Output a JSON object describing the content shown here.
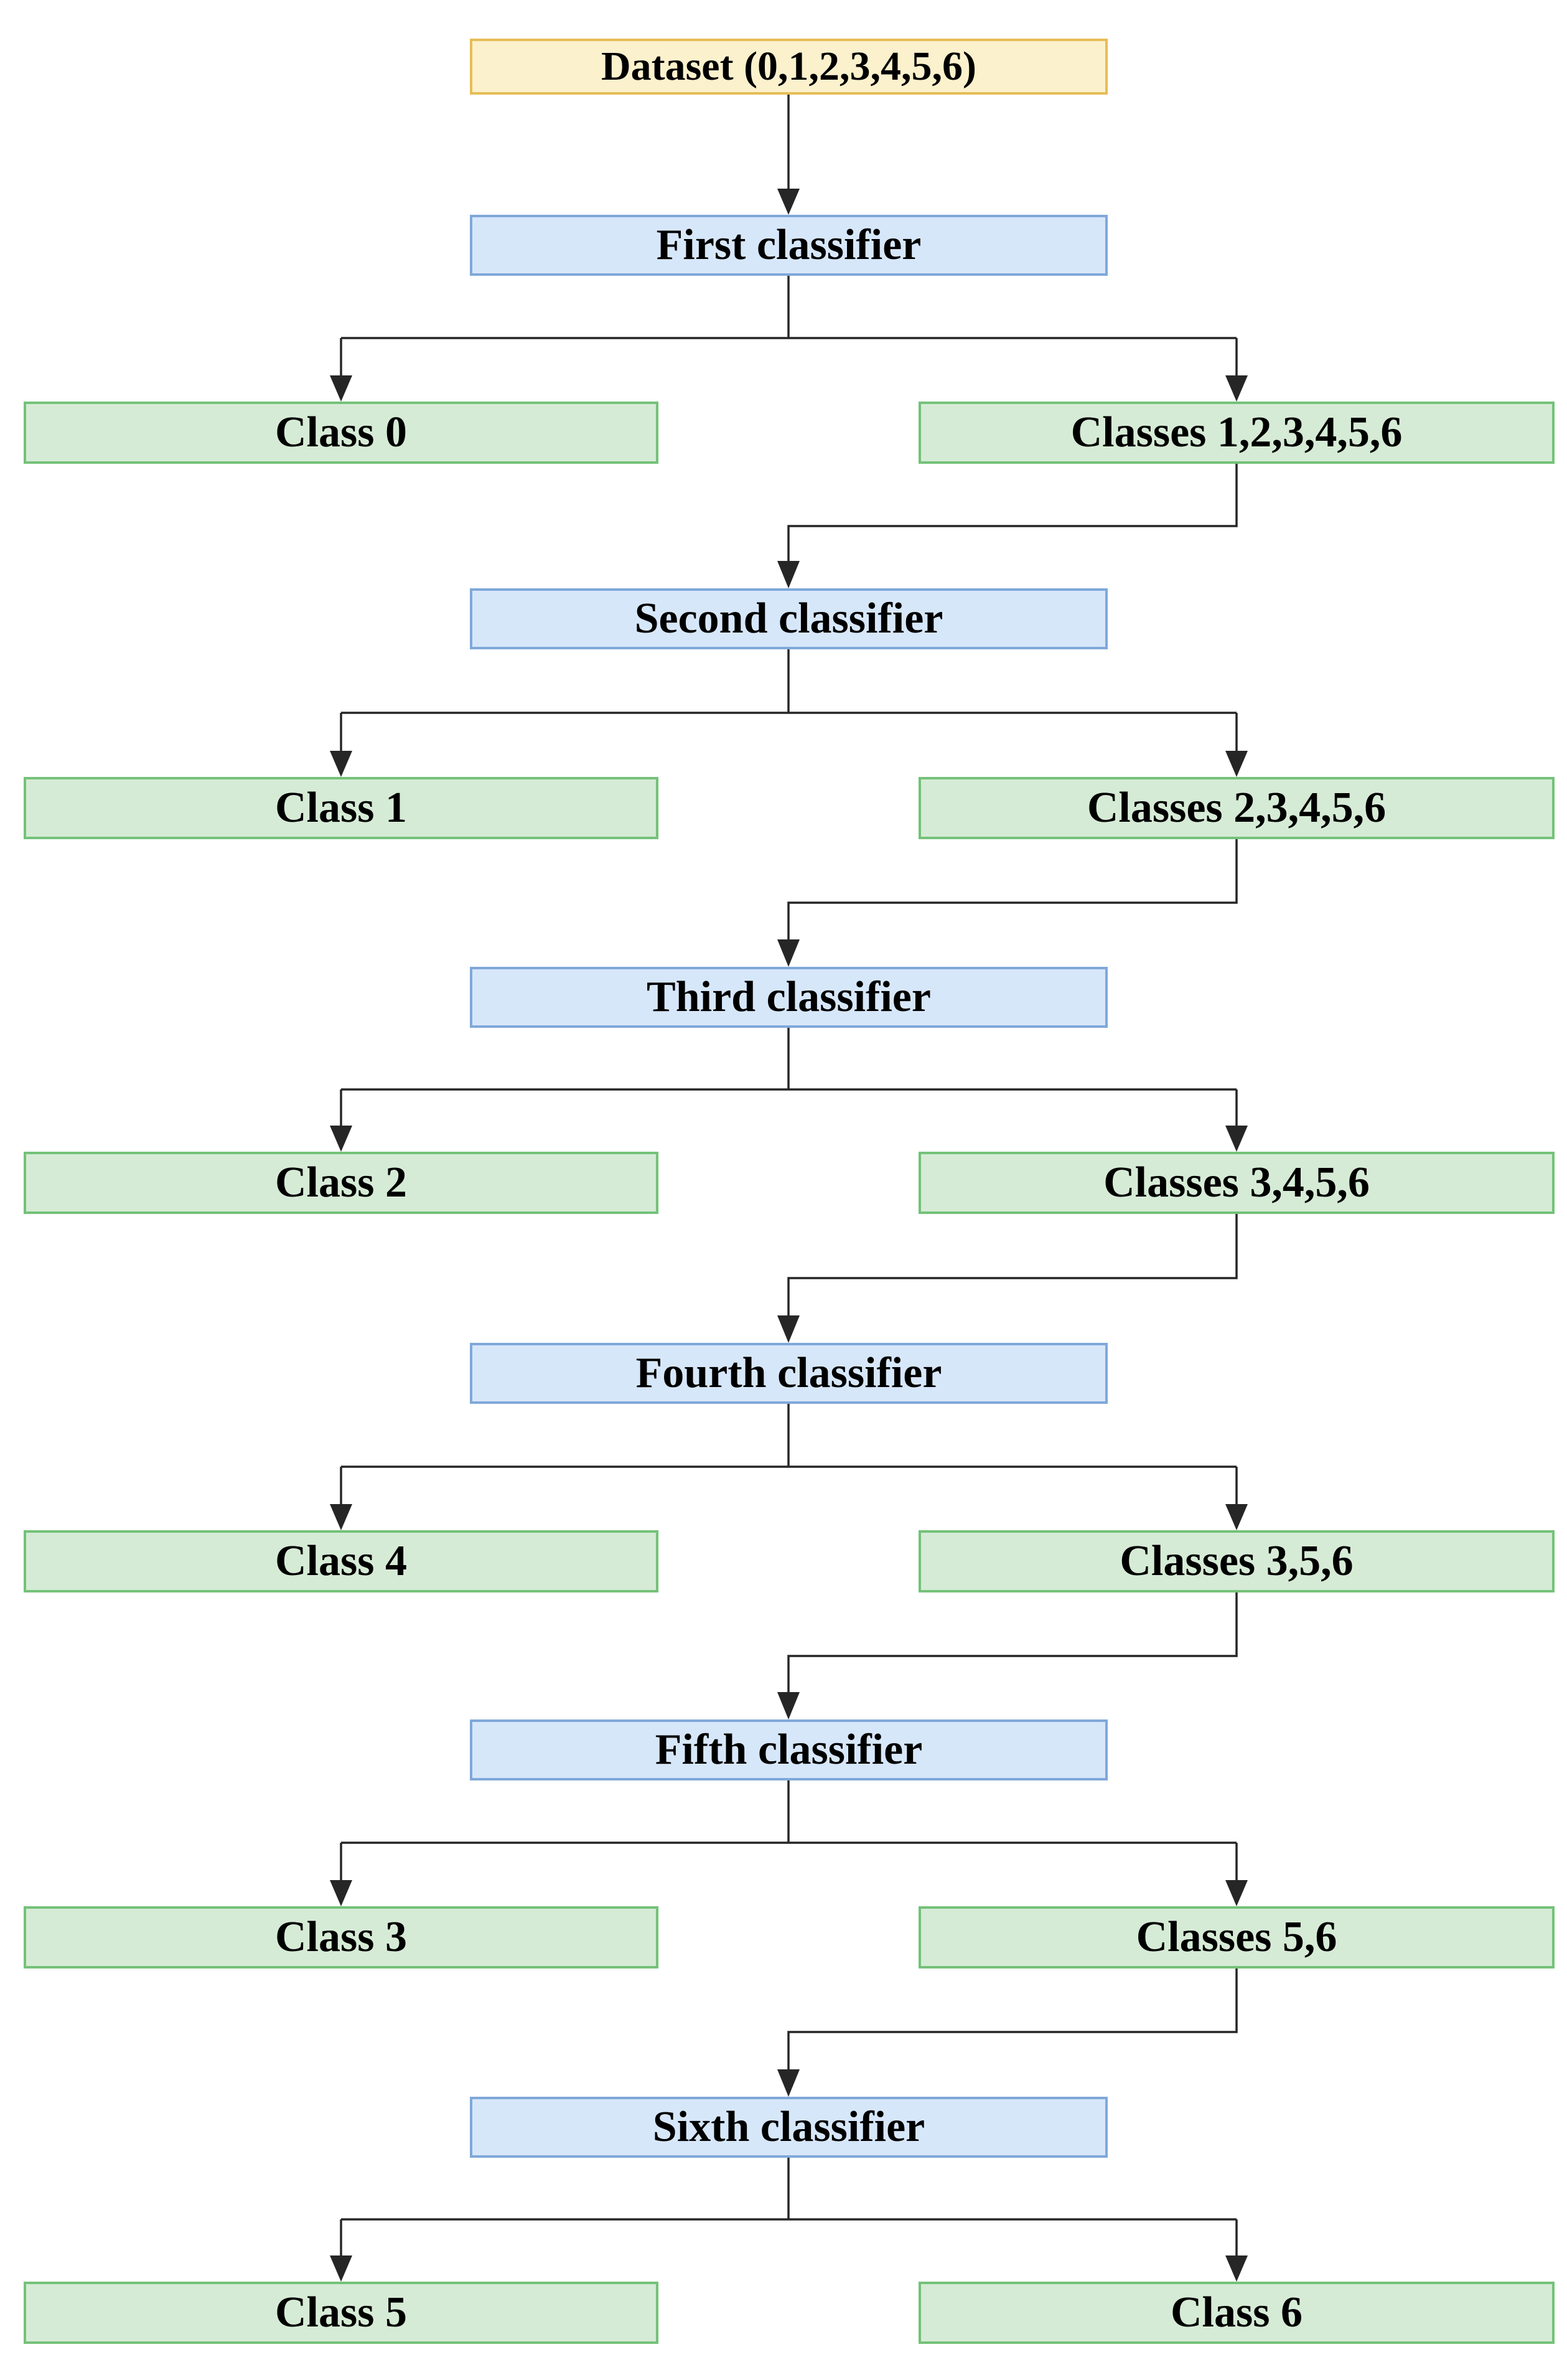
{
  "diagram": {
    "dataset": {
      "label": "Dataset (0,1,2,3,4,5,6)"
    },
    "levels": [
      {
        "classifier": "First classifier",
        "left": "Class 0",
        "right": "Classes 1,2,3,4,5,6"
      },
      {
        "classifier": "Second classifier",
        "left": "Class 1",
        "right": "Classes 2,3,4,5,6"
      },
      {
        "classifier": "Third classifier",
        "left": "Class 2",
        "right": "Classes 3,4,5,6"
      },
      {
        "classifier": "Fourth classifier",
        "left": "Class 4",
        "right": "Classes 3,5,6"
      },
      {
        "classifier": "Fifth classifier",
        "left": "Class 3",
        "right": "Classes 5,6"
      },
      {
        "classifier": "Sixth classifier",
        "left": "Class 5",
        "right": "Class 6"
      }
    ],
    "colors": {
      "dataset_fill": "#FBF1CC",
      "dataset_border": "#E7BD57",
      "classifier_fill": "#D7E7FA",
      "classifier_border": "#7FA8D9",
      "class_fill": "#D6EBD6",
      "class_border": "#74C279",
      "line_color": "#262626",
      "text_color": "#000000",
      "background": "#FFFFFF"
    }
  }
}
